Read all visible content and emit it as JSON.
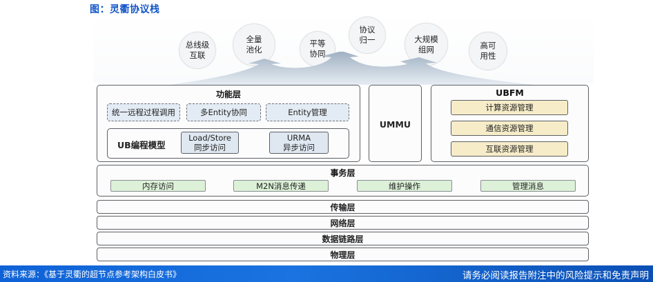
{
  "figure": {
    "title": "图：灵衢协议栈"
  },
  "features": [
    {
      "label": "总线级\n互联"
    },
    {
      "label": "全量\n池化"
    },
    {
      "label": "平等\n协同"
    },
    {
      "label": "协议\n归一"
    },
    {
      "label": "大规模\n组网"
    },
    {
      "label": "高可\n用性"
    }
  ],
  "function_layer": {
    "title": "功能层",
    "items": [
      "统一远程过程调用",
      "多Entity协同",
      "Entity管理"
    ],
    "programming_model": {
      "title": "UB编程模型",
      "items": [
        "Load/Store\n同步访问",
        "URMA\n异步访问"
      ]
    }
  },
  "ummu": {
    "title": "UMMU"
  },
  "ubfm": {
    "title": "UBFM",
    "items": [
      "计算资源管理",
      "通信资源管理",
      "互联资源管理"
    ]
  },
  "transaction_layer": {
    "title": "事务层",
    "items": [
      "内存访问",
      "M2N消息传递",
      "维护操作",
      "管理消息"
    ]
  },
  "lower_layers": [
    "传输层",
    "网络层",
    "数据链路层",
    "物理层"
  ],
  "footer": {
    "source": "资料来源：《基于灵衢的超节点参考架构白皮书》",
    "disclaimer": "请务必阅读报告附注中的风险提示和免责声明"
  },
  "colors": {
    "title_blue": "#1255c8",
    "dashed_fill": "#e3ecf4",
    "model_fill": "#dfe8f1",
    "ubfm_fill": "#f6ecc8",
    "transaction_fill": "#dcf1d8",
    "footer_blue": "#1a73e0"
  }
}
